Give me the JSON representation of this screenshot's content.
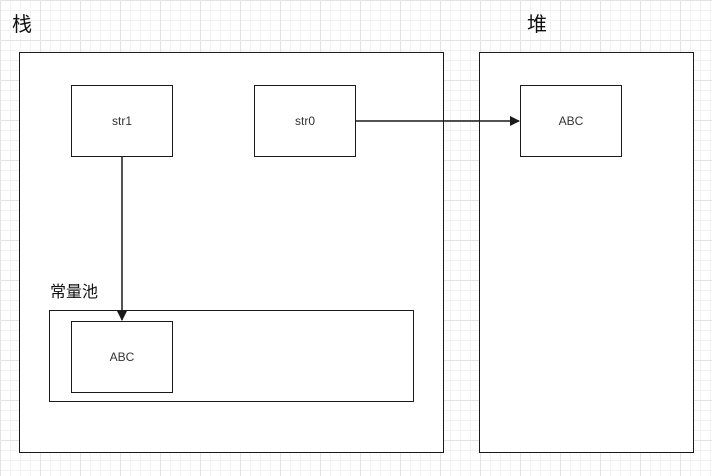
{
  "regions": {
    "stack_label": "栈",
    "heap_label": "堆"
  },
  "stack": {
    "str1_label": "str1",
    "str0_label": "str0",
    "constant_pool": {
      "label": "常量池",
      "value_label": "ABC"
    }
  },
  "heap": {
    "object_label": "ABC"
  },
  "colors": {
    "stroke": "#1a1a1a",
    "grid": "#e3e3e3"
  }
}
